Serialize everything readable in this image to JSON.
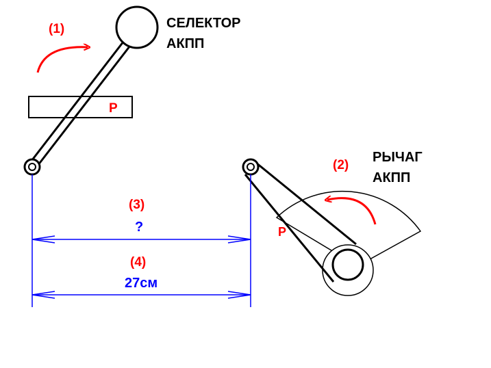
{
  "labels": {
    "selector_line1": "СЕЛЕКТОР",
    "selector_line2": "АКПП",
    "lever_line1": "РЫЧАГ",
    "lever_line2": "АКПП",
    "step1": "(1)",
    "step2": "(2)",
    "step3": "(3)",
    "step4": "(4)",
    "unknown_distance": "?",
    "known_distance": "27см",
    "park_selector": "P",
    "park_lever": "P"
  },
  "colors": {
    "line": "#000000",
    "dimension": "#0000ff",
    "accent": "#ff0000",
    "background": "#ffffff"
  }
}
